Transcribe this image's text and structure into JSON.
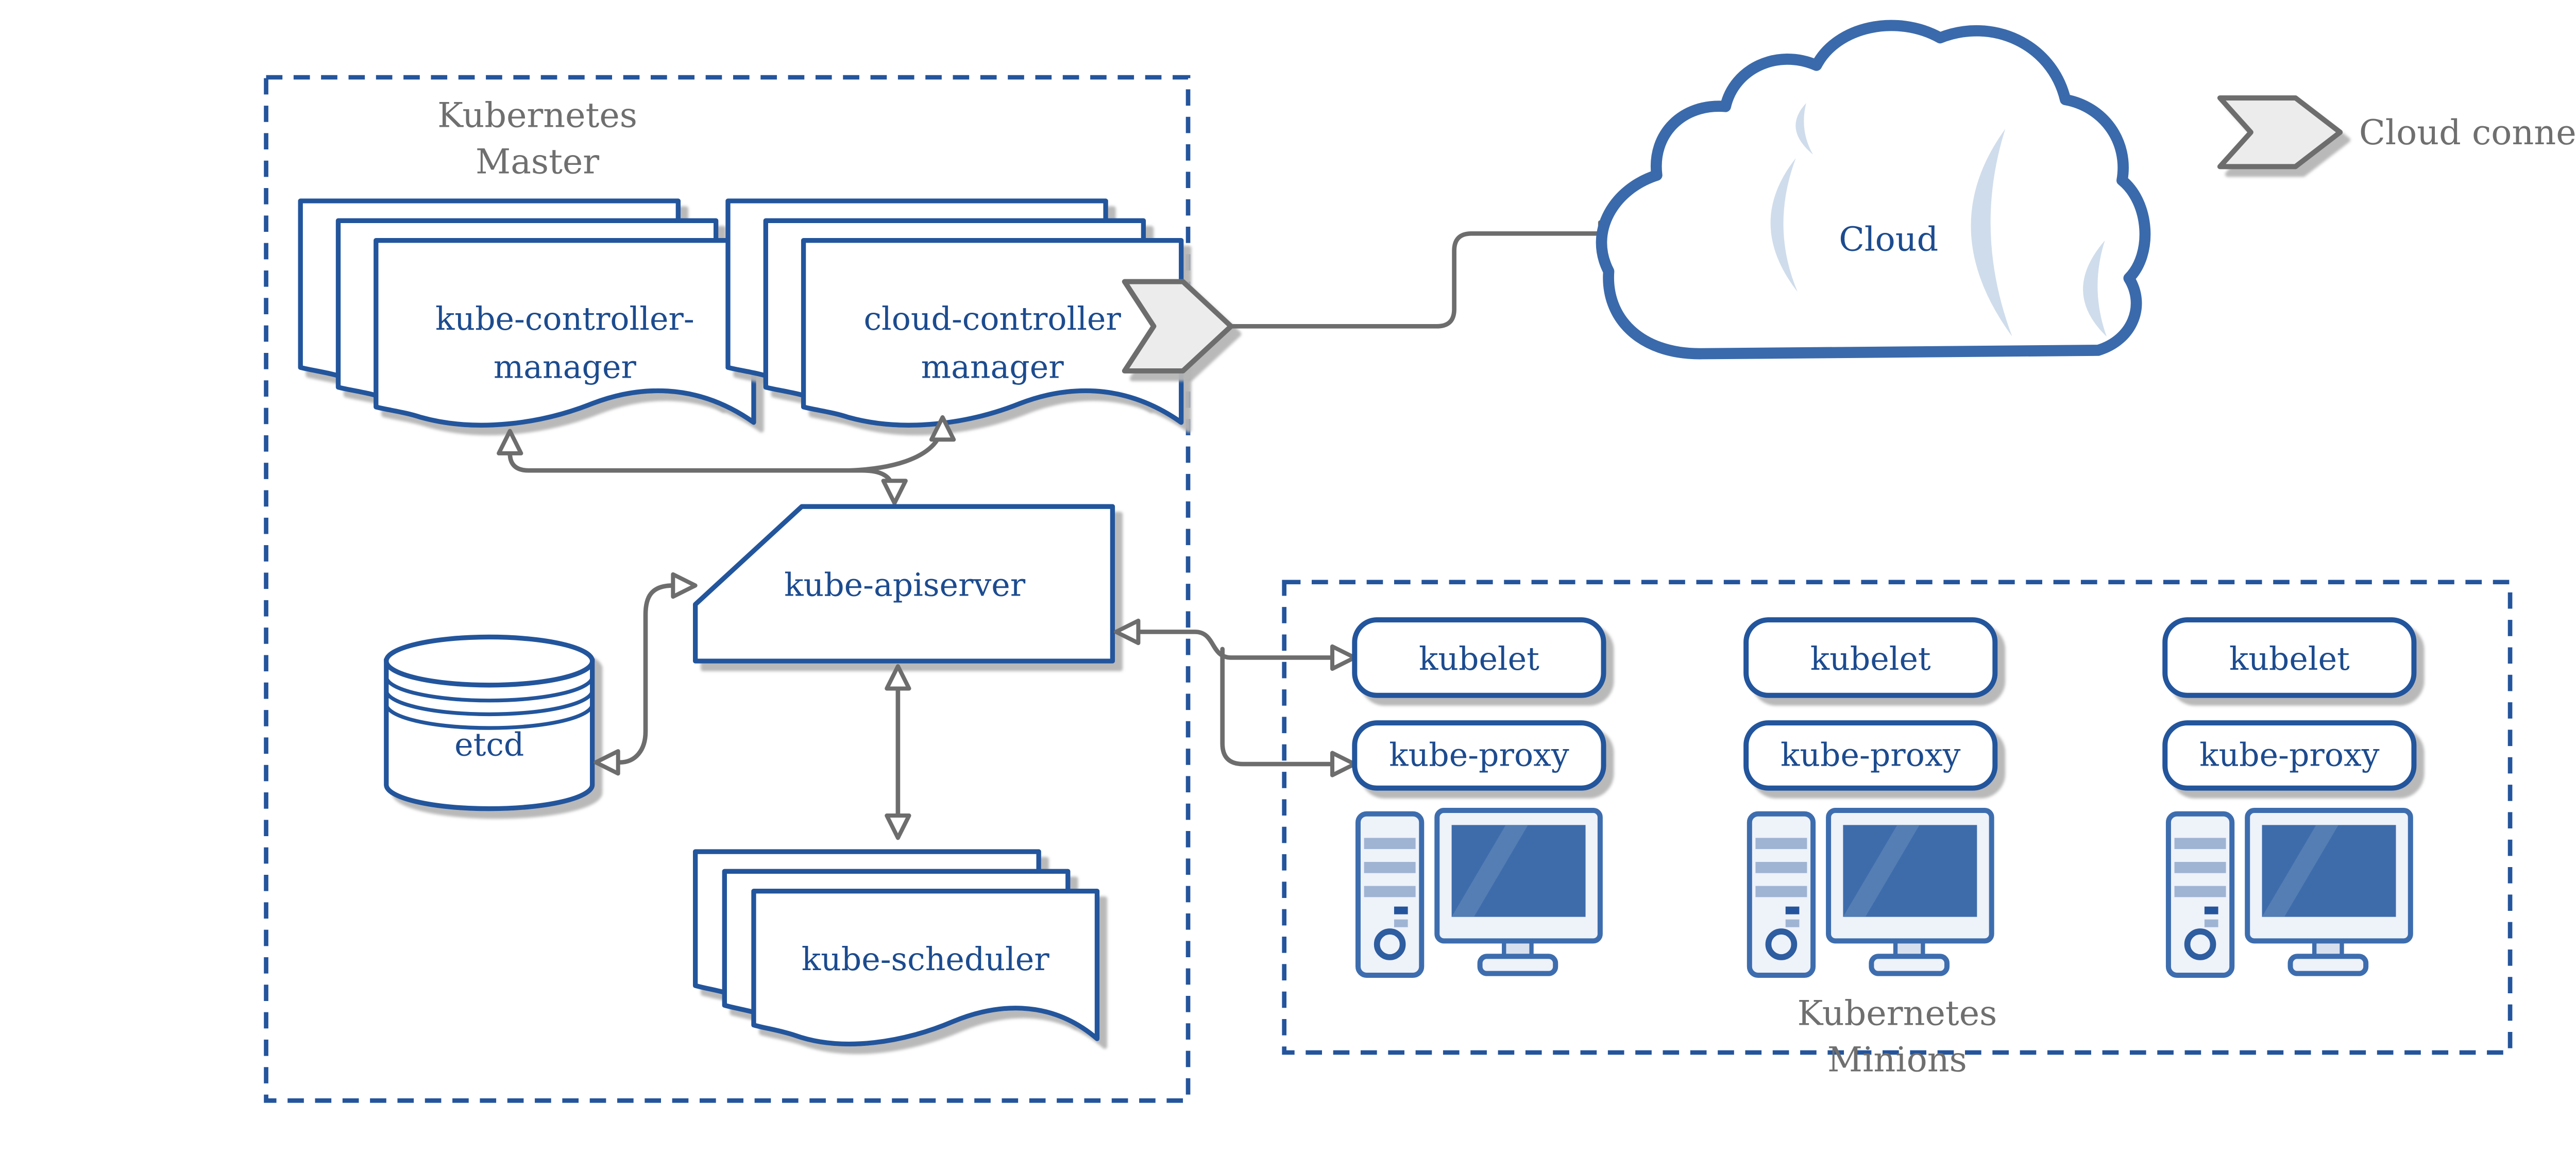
{
  "master": {
    "label_line1": "Kubernetes",
    "label_line2": "Master",
    "kube_controller_manager": {
      "line1": "kube-controller-",
      "line2": "manager"
    },
    "cloud_controller_manager": {
      "line1": "cloud-controller",
      "line2": "manager"
    },
    "kube_apiserver": {
      "label": "kube-apiserver"
    },
    "etcd": {
      "label": "etcd"
    },
    "kube_scheduler": {
      "label": "kube-scheduler"
    }
  },
  "cloud": {
    "label": "Cloud"
  },
  "legend": {
    "cloud_connector_label": "Cloud connector"
  },
  "minions": {
    "label_line1": "Kubernetes",
    "label_line2": "Minions",
    "nodes": [
      {
        "kubelet": "kubelet",
        "kube_proxy": "kube-proxy"
      },
      {
        "kubelet": "kubelet",
        "kube_proxy": "kube-proxy"
      },
      {
        "kubelet": "kubelet",
        "kube_proxy": "kube-proxy"
      }
    ]
  },
  "colors": {
    "node_border_blue": "#24549C",
    "node_text_navy": "#1C4B8F",
    "cloud_border_blue": "#3A6AAB",
    "cloud_shine_blue": "#CFDCEB",
    "screen_blue": "#3E6CAB",
    "panel_light_blue": "#EEF2F9",
    "band_blue": "#9FB4D3",
    "label_gray": "#6F6F6F",
    "connector_gray": "#6D6D6D",
    "shadow_gray": "#B5B5B5"
  }
}
